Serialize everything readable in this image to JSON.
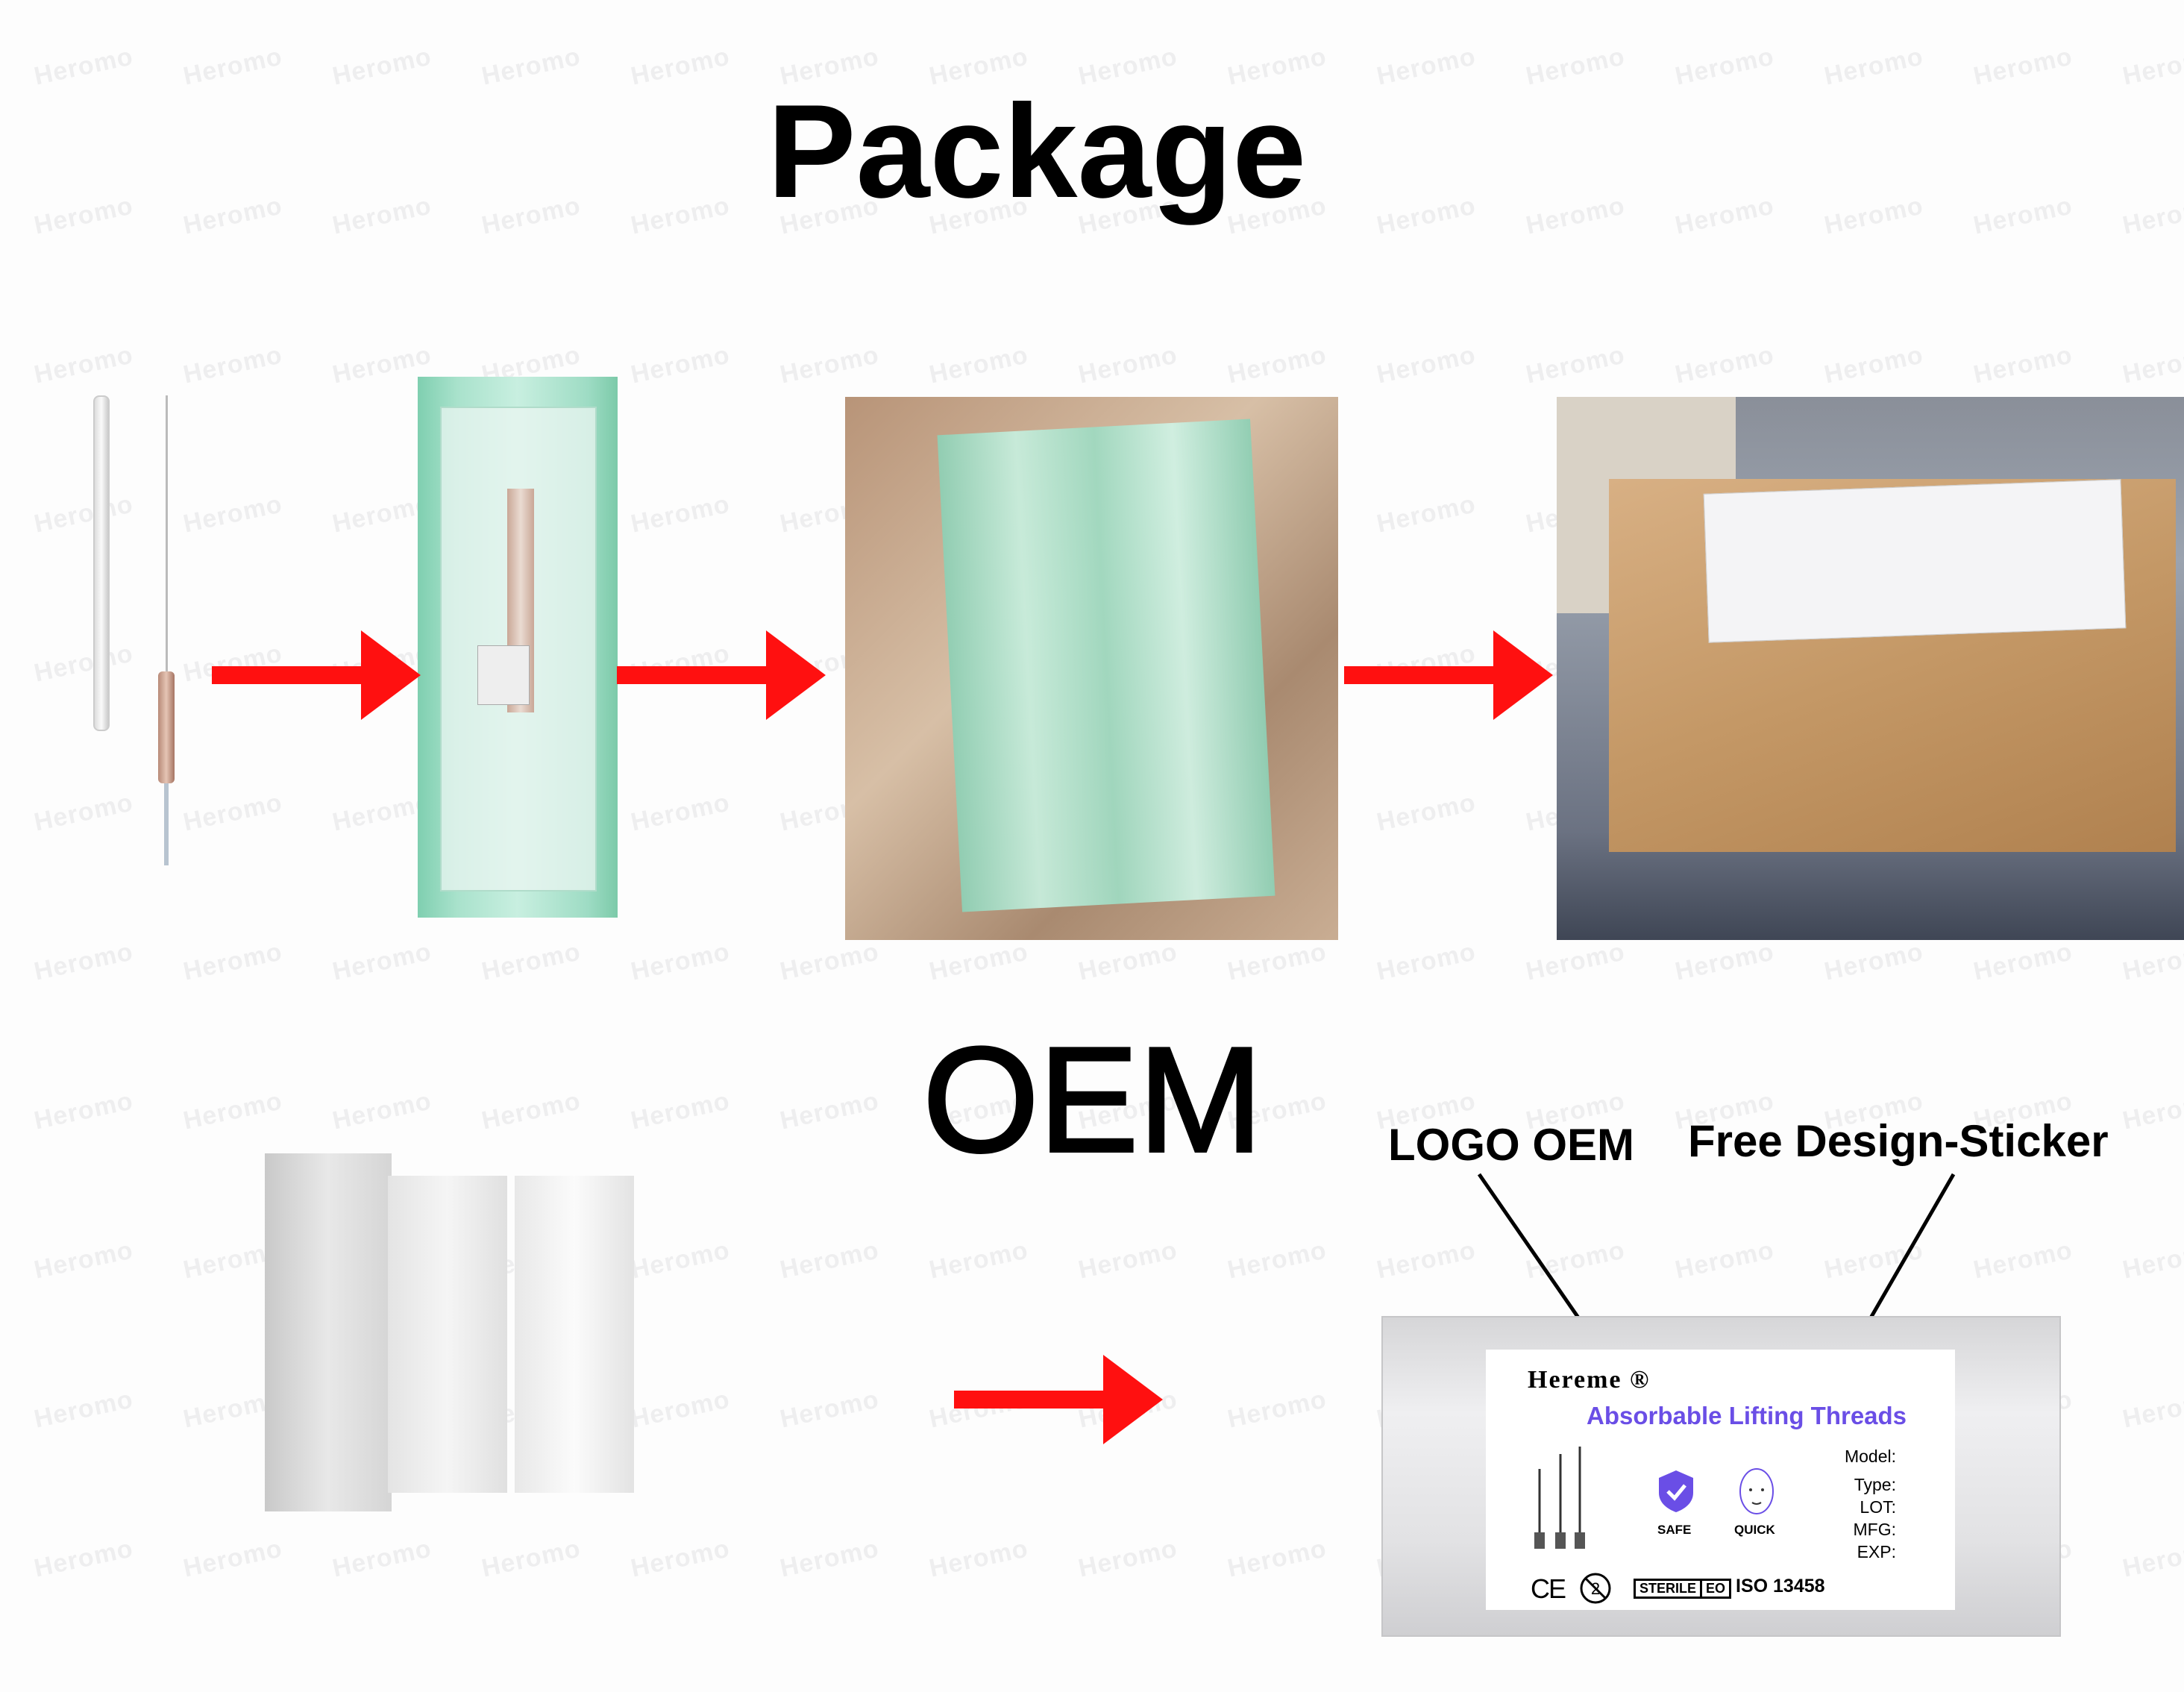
{
  "watermark": "Heromo",
  "package_title": "Package",
  "oem_title": "OEM",
  "arrow_color": "#ff1010",
  "callouts": {
    "logo": "LOGO OEM",
    "sticker": "Free Design-Sticker"
  },
  "sticker": {
    "brand": "Hereme ®",
    "product": "Absorbable Lifting Threads",
    "product_color": "#6a4ee6",
    "badges": [
      {
        "icon": "shield-check-icon",
        "label": "SAFE"
      },
      {
        "icon": "face-icon",
        "label": "QUICK"
      }
    ],
    "fields": [
      "Model:",
      "Type:",
      "LOT:",
      "MFG:",
      "EXP:"
    ],
    "marks": {
      "ce": "CE",
      "sterile": "STERILE",
      "eo": "EO",
      "iso": "ISO 13458"
    }
  }
}
